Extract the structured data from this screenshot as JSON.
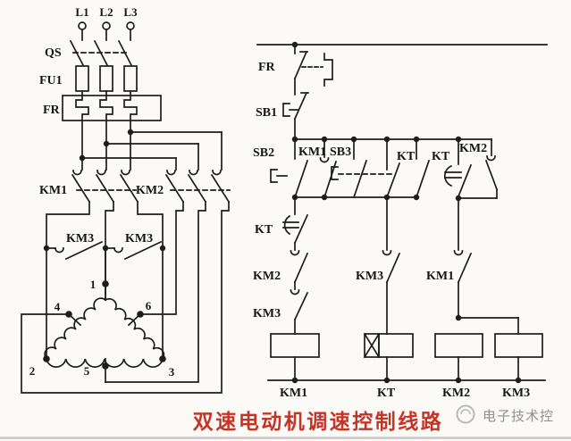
{
  "title": {
    "text": "双速电动机调速控制线路",
    "color": "#c43427"
  },
  "watermark": {
    "text": "电子技术控",
    "color": "#8f8f8f"
  },
  "colors": {
    "wire": "#1d1d1d",
    "background": "#fbfaf6",
    "bottom_rule": "#c8c8c5"
  },
  "main_circuit": {
    "labels": {
      "l1": "L1",
      "l2": "L2",
      "l3": "L3",
      "qs": "QS",
      "fu1": "FU1",
      "fr": "FR",
      "km1": "KM1",
      "km2": "KM2",
      "km3_left": "KM3",
      "km3_right": "KM3",
      "t1": "1",
      "t2": "2",
      "t3": "3",
      "t4": "4",
      "t5": "5",
      "t6": "6"
    }
  },
  "control_circuit": {
    "labels": {
      "fr": "FR",
      "sb1": "SB1",
      "sb2": "SB2",
      "km1_seal": "KM1",
      "sb3": "SB3",
      "kt_aux": "KT",
      "kt_delay_top": "KT",
      "km2_aux": "KM2",
      "kt_delay_b1": "KT",
      "km2_interlock": "KM2",
      "km3_interlock": "KM3",
      "km3_aux": "KM3",
      "km1_interlock": "KM1",
      "coil_km1": "KM1",
      "coil_kt": "KT",
      "coil_km2": "KM2",
      "coil_km3": "KM3"
    }
  }
}
